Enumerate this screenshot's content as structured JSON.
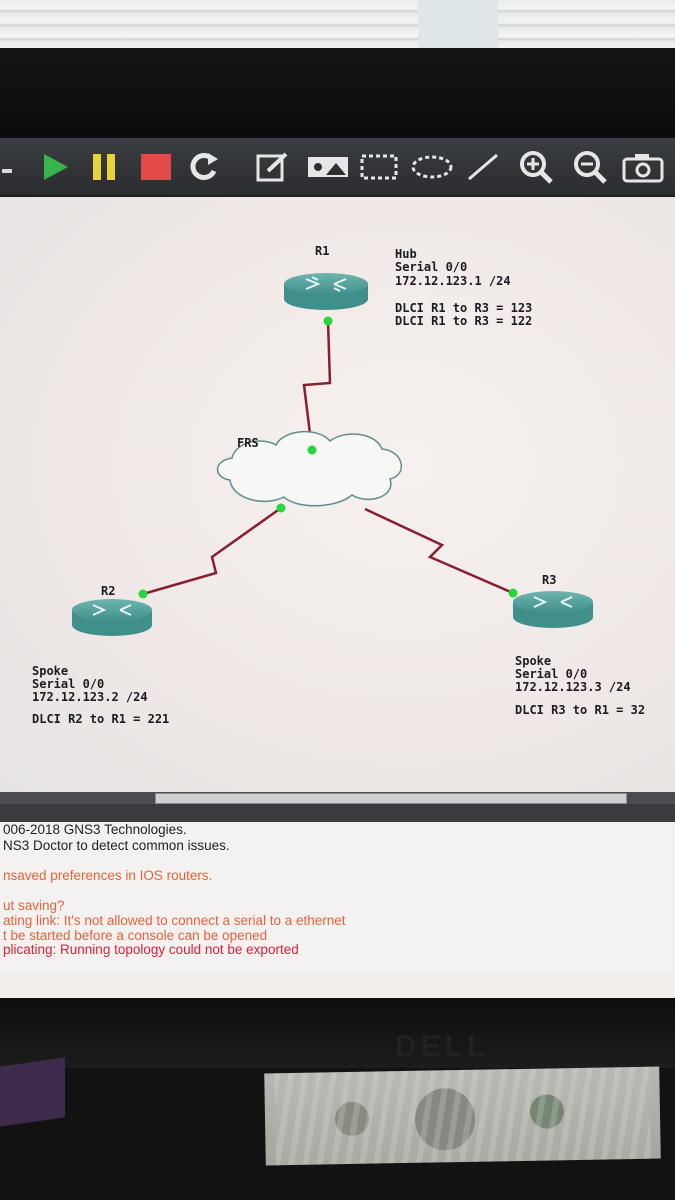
{
  "toolbar": {
    "buttons": [
      {
        "name": "play-icon",
        "color": "#35b54a"
      },
      {
        "name": "pause-icon",
        "color": "#e8d23c"
      },
      {
        "name": "stop-icon",
        "color": "#e24a4a"
      },
      {
        "name": "reload-icon"
      },
      {
        "name": "add-note-icon"
      },
      {
        "name": "insert-picture-icon"
      },
      {
        "name": "draw-rectangle-icon"
      },
      {
        "name": "draw-ellipse-icon"
      },
      {
        "name": "draw-line-icon"
      },
      {
        "name": "zoom-in-icon"
      },
      {
        "name": "zoom-out-icon"
      },
      {
        "name": "screenshot-icon"
      }
    ]
  },
  "topology": {
    "nodes": {
      "r1": {
        "name": "R1"
      },
      "frs": {
        "name": "FRS"
      },
      "r2": {
        "name": "R2"
      },
      "r3": {
        "name": "R3"
      }
    },
    "notes": {
      "hub": {
        "line1": "Hub",
        "line2": "Serial 0/0",
        "line3": "172.12.123.1 /24",
        "line4": "DLCI R1 to R3 = 123",
        "line5": "DLCI R1 to R3 = 122"
      },
      "spoke_r2": {
        "line1": "Spoke",
        "line2": "Serial 0/0",
        "line3": "172.12.123.2 /24",
        "line4": "DLCI R2 to R1 = 221"
      },
      "spoke_r3": {
        "line1": "Spoke",
        "line2": "Serial 0/0",
        "line3": "172.12.123.3 /24",
        "line4": "DLCI R3 to R1 = 32"
      }
    },
    "link_color": "#8b1e2e",
    "port_color": "#27d63a"
  },
  "console": {
    "lines": [
      {
        "text": "006-2018 GNS3 Technologies.",
        "color": "#222222"
      },
      {
        "text": "NS3 Doctor to detect common issues.",
        "color": "#222222"
      },
      {
        "text": "nsaved preferences in IOS routers.",
        "color": "#e8623a"
      },
      {
        "text": "ut saving?",
        "color": "#e8623a"
      },
      {
        "text": "ating link: It's not allowed to connect a serial to a ethernet",
        "color": "#e8623a"
      },
      {
        "text": "t be started before a console can be opened",
        "color": "#e8623a"
      },
      {
        "text": "plicating: Running topology could not be exported",
        "color": "#e0203a"
      }
    ]
  },
  "monitor": {
    "brand": "DELL"
  }
}
